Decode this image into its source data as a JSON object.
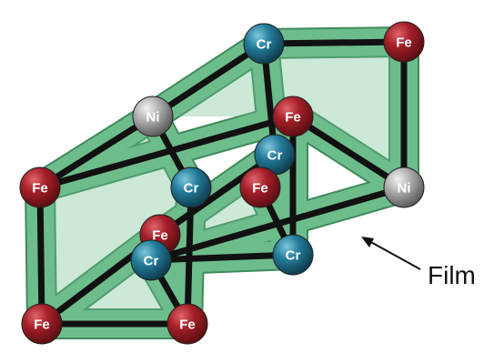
{
  "diagram": {
    "callout_label": "Film",
    "colors": {
      "film": "#6dbd8c",
      "film_edge": "#3f8a5c",
      "bond": "#111111",
      "Fe": "#8e1a21",
      "Cr": "#1f6e8a",
      "Ni": "#9a9a9a"
    },
    "atoms": [
      {
        "id": "a1",
        "element": "Cr"
      },
      {
        "id": "a2",
        "element": "Fe"
      },
      {
        "id": "a3",
        "element": "Ni"
      },
      {
        "id": "a4",
        "element": "Fe"
      },
      {
        "id": "a5",
        "element": "Cr"
      },
      {
        "id": "a6",
        "element": "Fe"
      },
      {
        "id": "a7",
        "element": "Cr"
      },
      {
        "id": "a8",
        "element": "Fe"
      },
      {
        "id": "a9",
        "element": "Ni"
      },
      {
        "id": "a10",
        "element": "Cr"
      },
      {
        "id": "a11",
        "element": "Fe"
      },
      {
        "id": "a12",
        "element": "Cr"
      },
      {
        "id": "a13",
        "element": "Fe"
      },
      {
        "id": "a14",
        "element": "Fe"
      }
    ],
    "bonds": [
      [
        "a1",
        "a2"
      ],
      [
        "a1",
        "a3"
      ],
      [
        "a2",
        "a9"
      ],
      [
        "a3",
        "a6"
      ],
      [
        "a6",
        "a4"
      ],
      [
        "a4",
        "a9"
      ],
      [
        "a3",
        "a5"
      ],
      [
        "a6",
        "a13"
      ],
      [
        "a13",
        "a14"
      ],
      [
        "a14",
        "a12"
      ],
      [
        "a12",
        "a9"
      ],
      [
        "a7",
        "a8"
      ],
      [
        "a8",
        "a10"
      ],
      [
        "a10",
        "a12"
      ],
      [
        "a1",
        "a7"
      ],
      [
        "a5",
        "a14"
      ],
      [
        "a7",
        "a11"
      ],
      [
        "a11",
        "a13"
      ],
      [
        "a11",
        "a12"
      ],
      [
        "a4",
        "a10"
      ]
    ]
  }
}
